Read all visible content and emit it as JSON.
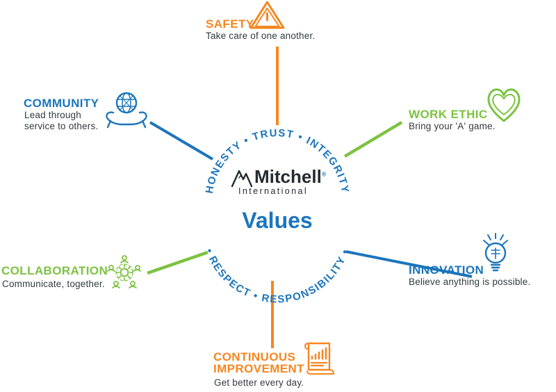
{
  "center": {
    "logo_name": "Mitchell",
    "logo_reg": "®",
    "logo_sub": "International",
    "title": "Values"
  },
  "ring": {
    "top": "HONESTY • TRUST • INTEGRITY",
    "bottom": "• RESPECT • RESPONSIBILITY •"
  },
  "values": {
    "safety": {
      "label": "SAFETY",
      "tagline": "Take care of one another."
    },
    "community": {
      "label": "COMMUNITY",
      "tagline1": "Lead through",
      "tagline2": "service to others."
    },
    "work_ethic": {
      "label": "WORK ETHIC",
      "tagline": "Bring your 'A' game."
    },
    "collaboration": {
      "label": "COLLABORATION",
      "tagline": "Communicate, together."
    },
    "innovation": {
      "label": "INNOVATION",
      "tagline": "Believe anything is possible."
    },
    "continuous_improvement": {
      "label1": "CONTINUOUS",
      "label2": "IMPROVEMENT",
      "tagline": "Get better every day."
    }
  },
  "colors": {
    "blue": "#1B75BC",
    "green": "#7DC242",
    "orange": "#F6861F",
    "text_dark": "#323A3C"
  }
}
